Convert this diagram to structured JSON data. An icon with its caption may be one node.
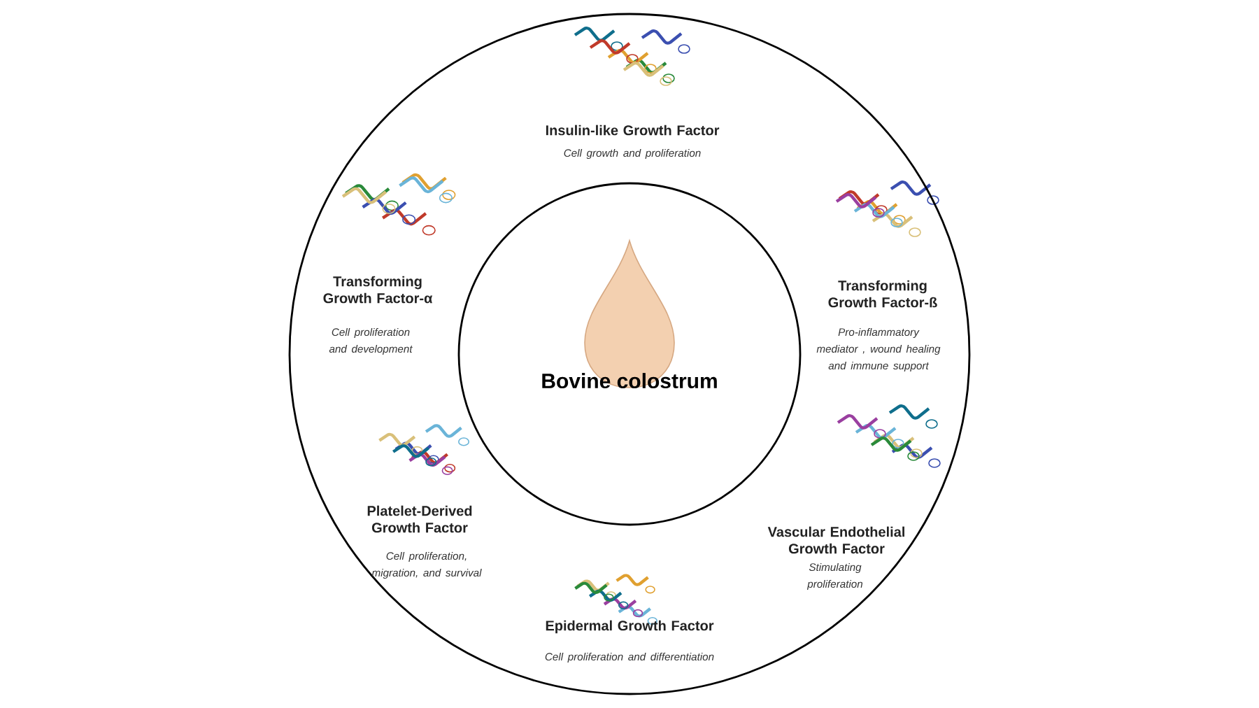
{
  "diagram": {
    "nodes": [
      {
        "text": [],
        "shape": "circle"
      },
      {
        "text": [
          "Bovine colostrum"
        ],
        "in": 0
      }
    ],
    "labels": [
      "Insulin-like Growth Factor",
      "Cell growth and proliferation",
      "Transforming Growth Factor-α",
      "Cell proliferation and development",
      "Transforming Growth Factor-ß",
      "Pro-inflammatory mediator , wound healing and immune support",
      "Platelet-Derived Growth Factor",
      "Cell proliferation, migration, and survival",
      "Vascular Endothelial Growth Factor",
      "Stimulating proliferation",
      "Epidermal Growth Factor",
      "Cell proliferation and differentiation"
    ]
  }
}
